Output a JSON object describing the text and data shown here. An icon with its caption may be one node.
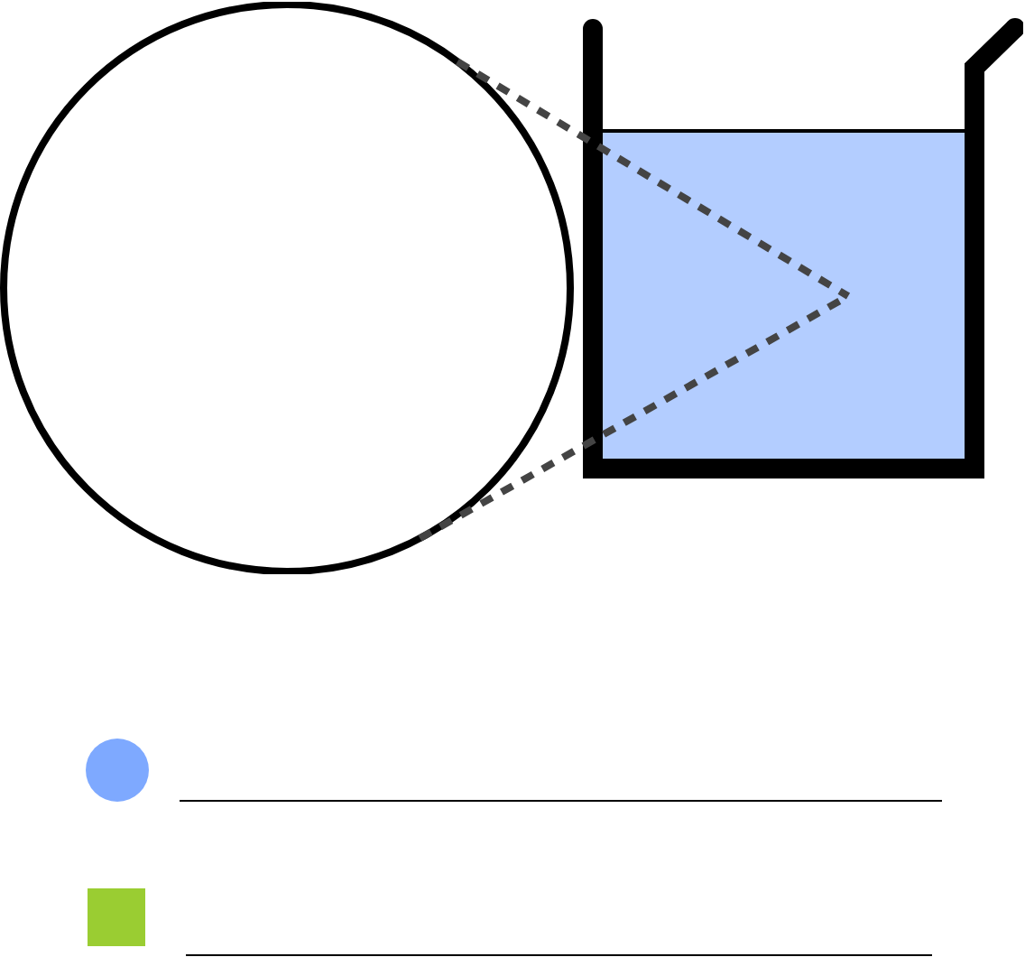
{
  "diagram": {
    "nodes": [
      {
        "text": [],
        "shape": "circle"
      },
      {
        "text": [],
        "shape": "beaker"
      }
    ],
    "edges": [
      {
        "from": 0,
        "to": 1,
        "arrow": "none",
        "style": "dashed"
      },
      {
        "from": 0,
        "to": 1,
        "arrow": "none",
        "style": "dashed"
      }
    ]
  }
}
